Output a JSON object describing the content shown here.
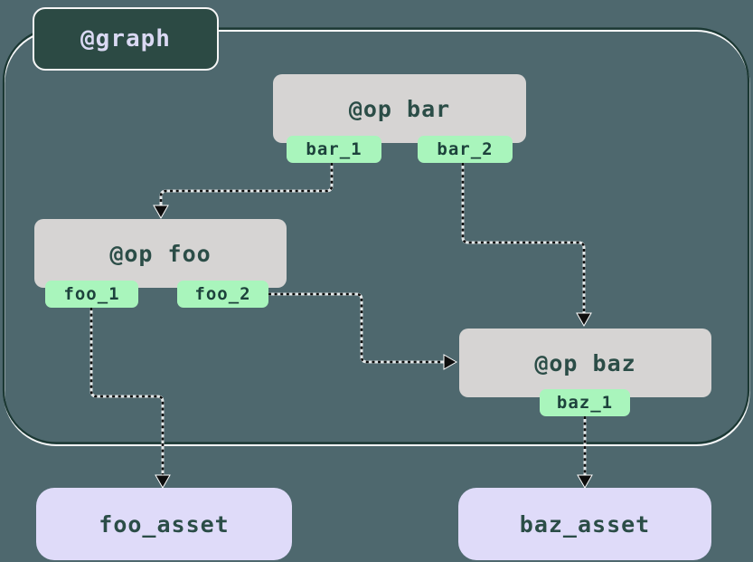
{
  "graph": {
    "label": "@graph"
  },
  "ops": [
    {
      "id": "bar",
      "label": "@op bar",
      "outputs": [
        "bar_1",
        "bar_2"
      ]
    },
    {
      "id": "foo",
      "label": "@op foo",
      "outputs": [
        "foo_1",
        "foo_2"
      ]
    },
    {
      "id": "baz",
      "label": "@op baz",
      "outputs": [
        "baz_1"
      ]
    }
  ],
  "assets": [
    {
      "label": "foo_asset"
    },
    {
      "label": "baz_asset"
    }
  ],
  "edges": [
    {
      "from": "bar_1",
      "to": "op foo"
    },
    {
      "from": "bar_2",
      "to": "op baz"
    },
    {
      "from": "foo_2",
      "to": "op baz"
    },
    {
      "from": "foo_1",
      "to": "foo_asset"
    },
    {
      "from": "baz_1",
      "to": "baz_asset"
    }
  ],
  "colors": {
    "background": "#4E686E",
    "graph_box": "#2C4A44",
    "graph_text": "#DAD9F3",
    "container_border": "#1B3833",
    "op_box": "#D6D4D3",
    "op_text": "#2B4D47",
    "output_tag": "#A9F5BC",
    "output_tag_text": "#1D423C",
    "asset_box": "#DFDBF9",
    "asset_text": "#2B4D47",
    "edge": "#0E0E0E"
  }
}
